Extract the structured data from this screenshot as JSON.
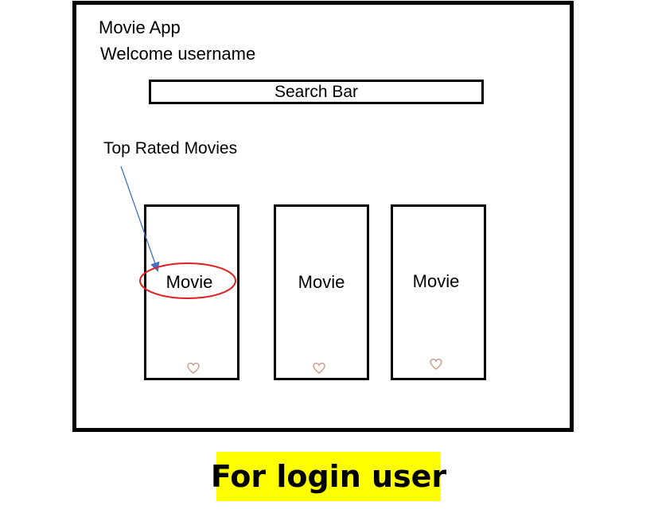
{
  "app": {
    "title": "Movie App",
    "welcome": "Welcome username"
  },
  "search": {
    "label": "Search Bar"
  },
  "section": {
    "heading": "Top Rated Movies"
  },
  "movies": [
    {
      "label": "Movie",
      "icon": "heart-icon"
    },
    {
      "label": "Movie",
      "icon": "heart-icon"
    },
    {
      "label": "Movie",
      "icon": "heart-icon"
    }
  ],
  "caption": {
    "text": "For login user",
    "background": "#ffff00"
  },
  "colors": {
    "frame": "#000000",
    "annotation_arrow": "#4472c4",
    "highlight_ellipse": "#e02020",
    "heart": "#c8907f"
  }
}
